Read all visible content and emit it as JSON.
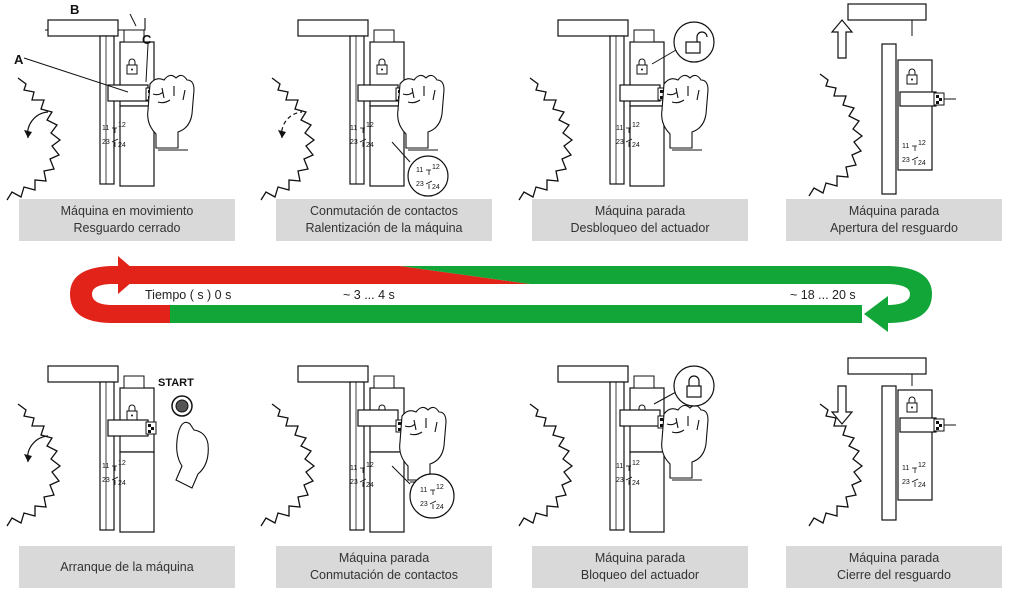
{
  "callouts": {
    "a": "A",
    "b": "B",
    "c": "C"
  },
  "start_label": "START",
  "steps_top": [
    {
      "line1": "Máquina en movimiento",
      "line2": "Resguardo cerrado"
    },
    {
      "line1": "Conmutación de contactos",
      "line2": "Ralentización de la máquina"
    },
    {
      "line1": "Máquina parada",
      "line2": "Desbloqueo del actuador"
    },
    {
      "line1": "Máquina parada",
      "line2": "Apertura del resguardo"
    }
  ],
  "steps_bottom": [
    {
      "line1": "Arranque de la máquina",
      "line2": ""
    },
    {
      "line1": "Máquina parada",
      "line2": "Conmutación de contactos"
    },
    {
      "line1": "Máquina parada",
      "line2": "Bloqueo del actuador"
    },
    {
      "line1": "Máquina parada",
      "line2": "Cierre del resguardo"
    }
  ],
  "timeline": {
    "t0": "Tiempo ( s )  0 s",
    "t1": "~ 3 ... 4 s",
    "t2": "~ 18 ... 20 s"
  },
  "contacts": {
    "c11": "11",
    "c12": "12",
    "c23": "23",
    "c24": "24"
  },
  "colors": {
    "red": "#e2231a",
    "green": "#12a538",
    "caption_bg": "#d9d9d9"
  }
}
